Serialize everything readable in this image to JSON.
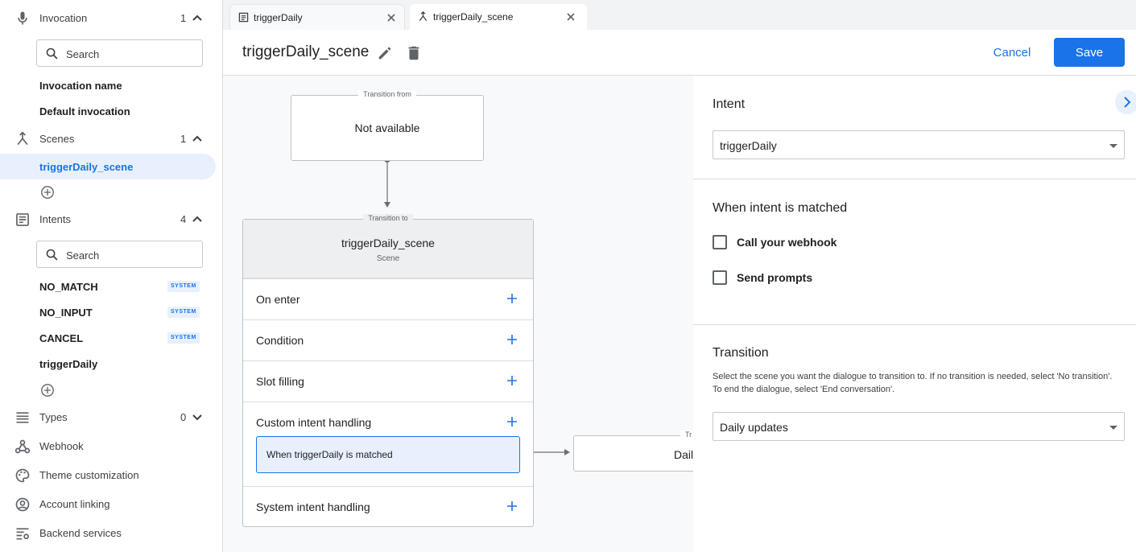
{
  "sidebar": {
    "invocation": {
      "label": "Invocation",
      "count": "1"
    },
    "invocation_search_placeholder": "Search",
    "invocation_items": [
      "Invocation name",
      "Default invocation"
    ],
    "scenes": {
      "label": "Scenes",
      "count": "1"
    },
    "scene_items": [
      "triggerDaily_scene"
    ],
    "intents": {
      "label": "Intents",
      "count": "4"
    },
    "intents_search_placeholder": "Search",
    "intent_items": [
      {
        "label": "NO_MATCH",
        "badge": "SYSTEM"
      },
      {
        "label": "NO_INPUT",
        "badge": "SYSTEM"
      },
      {
        "label": "CANCEL",
        "badge": "SYSTEM"
      },
      {
        "label": "triggerDaily",
        "badge": ""
      }
    ],
    "types": {
      "label": "Types",
      "count": "0"
    },
    "webhook": "Webhook",
    "theme": "Theme customization",
    "account_linking": "Account linking",
    "backend": "Backend services"
  },
  "tabs": [
    {
      "label": "triggerDaily",
      "icon": "document-icon"
    },
    {
      "label": "triggerDaily_scene",
      "icon": "scene-icon"
    }
  ],
  "header": {
    "title": "triggerDaily_scene",
    "cancel": "Cancel",
    "save": "Save"
  },
  "canvas": {
    "from_caption": "Transition from",
    "from_value": "Not available",
    "to_caption": "Transition to",
    "scene_name": "triggerDaily_scene",
    "scene_sub": "Scene",
    "rows": [
      "On enter",
      "Condition",
      "Slot filling",
      "Custom intent handling",
      "System intent handling"
    ],
    "handler": "When triggerDaily is matched",
    "target_caption": "Tr",
    "target_name": "Dail"
  },
  "panel": {
    "intent_title": "Intent",
    "intent_value": "triggerDaily",
    "matched_title": "When intent is matched",
    "webhook_check": "Call your webhook",
    "prompts_check": "Send prompts",
    "transition_title": "Transition",
    "transition_help": "Select the scene you want the dialogue to transition to. If no transition is needed, select 'No transition'. To end the dialogue, select 'End conversation'.",
    "transition_value": "Daily updates"
  },
  "colors": {
    "accent": "#1a73e8",
    "selected_bg": "#e8f0fe",
    "canvas_bg": "#f8f9fa"
  }
}
